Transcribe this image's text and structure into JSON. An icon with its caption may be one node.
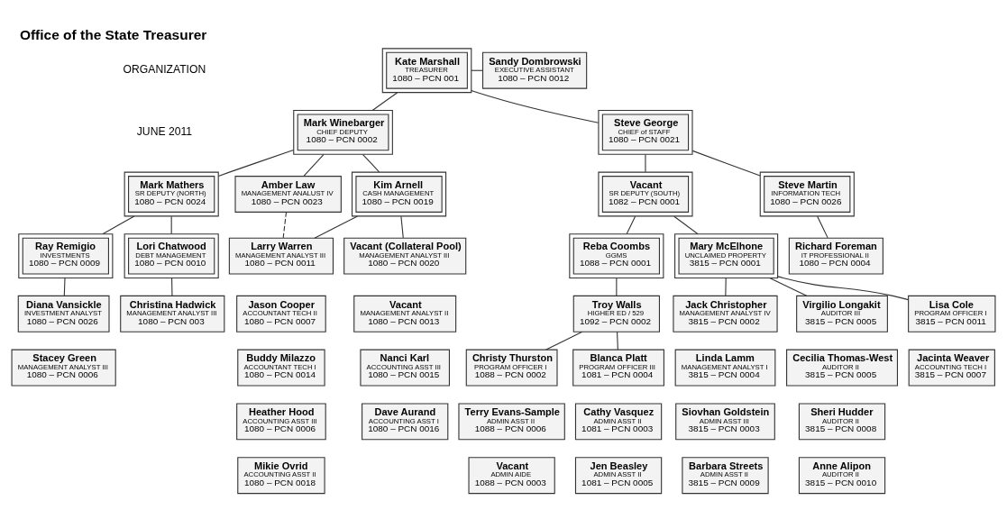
{
  "diagram": {
    "title": "Office of the State Treasurer",
    "nodes": [
      {
        "text": [
          "Kate Marshall",
          "TREASURER",
          "1080 – PCN 001"
        ]
      },
      {
        "text": [
          "Sandy Dombrowski",
          "EXECUTIVE ASSISTANT",
          "1080 – PCN 0012"
        ]
      },
      {
        "text": [
          "Mark Winebarger",
          "CHIEF DEPUTY",
          "1080 – PCN 0002"
        ]
      },
      {
        "text": [
          "Steve George",
          "CHIEF of STAFF",
          "1080 – PCN 0021"
        ]
      },
      {
        "text": [
          "Mark Mathers",
          "SR DEPUTY (NORTH)",
          "1080 – PCN 0024"
        ]
      },
      {
        "text": [
          "Vacant",
          "SR DEPUTY (SOUTH)",
          "1082 – PCN 0001"
        ]
      },
      {
        "text": [
          "Steve Martin",
          "INFORMATION TECH",
          "1080 – PCN 0026"
        ]
      },
      {
        "text": [
          "Amber Law",
          "MANAGEMENT ANALUST IV",
          "1080 – PCN 0023"
        ]
      },
      {
        "text": [
          "Richard Foreman",
          "IT PROFESSIONAL II",
          "1080 – PCN 0004"
        ]
      },
      {
        "text": [
          "Kim Arnell",
          "CASH MANAGEMENT",
          "1080 – PCN 0019"
        ]
      },
      {
        "text": [
          "Ray Remigio",
          "INVESTMENTS",
          "1080 – PCN 0009"
        ]
      },
      {
        "text": [
          "Lori Chatwood",
          "DEBT MANAGEMENT",
          "1080 – PCN 0010"
        ]
      },
      {
        "text": [
          "Reba Coombs",
          "GGMS",
          "1088 – PCN 0001"
        ]
      },
      {
        "text": [
          "Mary McElhone",
          "UNCLAIMED PROPERTY",
          "3815 – PCN 0001"
        ]
      },
      {
        "text": [
          "Larry Warren",
          "MANAGEMENT ANALYST III",
          "1080 – PCN 0011"
        ]
      },
      {
        "text": [
          "Vacant (Collateral Pool)",
          "MANAGEMENT ANALYST III",
          "1080 – PCN 0020"
        ]
      },
      {
        "text": [
          "Diana Vansickle",
          "INVESTMENT ANALYST",
          "1080 – PCN 0026"
        ]
      },
      {
        "text": [
          "Christina Hadwick",
          "MANAGEMENT ANALYST III",
          "1080 – PCN 003"
        ]
      },
      {
        "text": [
          "Troy Walls",
          "HIGHER ED / 529",
          "1092 – PCN 0002"
        ]
      },
      {
        "text": [
          "Jack Christopher",
          "MANAGEMENT ANALYST IV",
          "3815 – PCN 0002"
        ]
      },
      {
        "text": [
          "Virgilio Longakit",
          "AUDITOR III",
          "3815 – PCN 0005"
        ]
      },
      {
        "text": [
          "Lisa Cole",
          "PROGRAM OFFICER I",
          "3815 – PCN 0011"
        ]
      },
      {
        "text": [
          "Jason Cooper",
          "ACCOUNTANT TECH II",
          "1080 – PCN 0007"
        ]
      },
      {
        "text": [
          "Vacant",
          "MANAGEMENT ANALYST II",
          "1080 – PCN 0013"
        ]
      },
      {
        "text": [
          "Stacey Green",
          "MANAGEMENT ANALYST III",
          "1080 – PCN 0006"
        ]
      },
      {
        "text": [
          "Christy Thurston",
          "PROGRAM OFFICER I",
          "1088 – PCN 0002"
        ]
      },
      {
        "text": [
          "Blanca Platt",
          "PROGRAM OFFICER III",
          "1081 – PCN 0004"
        ]
      },
      {
        "text": [
          "Linda Lamm",
          "MANAGEMENT ANALYST I",
          "3815 – PCN 0004"
        ]
      },
      {
        "text": [
          "Cecilia Thomas-West",
          "AUDITOR II",
          "3815 – PCN 0005"
        ]
      },
      {
        "text": [
          "Jacinta Weaver",
          "ACCOUNTING TECH I",
          "3815 – PCN 0007"
        ]
      },
      {
        "text": [
          "Buddy Milazzo",
          "ACCOUNTANT TECH I",
          "1080 – PCN 0014"
        ]
      },
      {
        "text": [
          "Nanci Karl",
          "ACCOUNTING ASST III",
          "1080 – PCN 0015"
        ]
      },
      {
        "text": [
          "Terry Evans-Sample",
          "ADMIN ASST II",
          "1088 – PCN 0006"
        ]
      },
      {
        "text": [
          "Cathy Vasquez",
          "ADMIN ASST II",
          "1081 – PCN 0003"
        ]
      },
      {
        "text": [
          "Siovhan Goldstein",
          "ADMIN ASST III",
          "3815 – PCN 0003"
        ]
      },
      {
        "text": [
          "Sheri Hudder",
          "AUDITOR II",
          "3815 – PCN 0008"
        ]
      },
      {
        "text": [
          "Heather Hood",
          "ACCOUNTING ASST III",
          "1080 – PCN 0006"
        ]
      },
      {
        "text": [
          "Dave Aurand",
          "ACCOUNTING ASST I",
          "1080 – PCN 0016"
        ]
      },
      {
        "text": [
          "Vacant",
          "ADMIN AIDE",
          "1088 – PCN 0003"
        ]
      },
      {
        "text": [
          "Jen Beasley",
          "ADMIN ASST II",
          "1081 – PCN 0005"
        ]
      },
      {
        "text": [
          "Barbara Streets",
          "ADMIN ASST II",
          "3815 – PCN 0009"
        ]
      },
      {
        "text": [
          "Anne Alipon",
          "AUDITOR II",
          "3815 – PCN 0010"
        ]
      },
      {
        "text": [
          "Mikie Ovrid",
          "ACCOUNTING ASST II",
          "1080 – PCN 0018"
        ]
      }
    ],
    "edges": [
      {
        "from": 0,
        "to": 1,
        "arrow": "none"
      },
      {
        "from": 0,
        "to": 2,
        "arrow": "none"
      },
      {
        "from": 0,
        "to": 3,
        "arrow": "none"
      },
      {
        "from": 2,
        "to": 4,
        "arrow": "none"
      },
      {
        "from": 2,
        "to": 7,
        "arrow": "none"
      },
      {
        "from": 2,
        "to": 9,
        "arrow": "none"
      },
      {
        "from": 3,
        "to": 5,
        "arrow": "none"
      },
      {
        "from": 3,
        "to": 6,
        "arrow": "none"
      },
      {
        "from": 6,
        "to": 8,
        "arrow": "none"
      },
      {
        "from": 4,
        "to": 10,
        "arrow": "none"
      },
      {
        "from": 4,
        "to": 11,
        "arrow": "none"
      },
      {
        "from": 5,
        "to": 12,
        "arrow": "none"
      },
      {
        "from": 5,
        "to": 13,
        "arrow": "none"
      },
      {
        "from": 7,
        "to": 14,
        "arrow": "none",
        "style": "dashed"
      },
      {
        "from": 9,
        "to": 14,
        "arrow": "none"
      },
      {
        "from": 9,
        "to": 15,
        "arrow": "none"
      },
      {
        "from": 10,
        "to": 16,
        "arrow": "none"
      },
      {
        "from": 11,
        "to": 17,
        "arrow": "none"
      },
      {
        "from": 12,
        "to": 18,
        "arrow": "none"
      },
      {
        "from": 18,
        "to": 25,
        "arrow": "none"
      },
      {
        "from": 18,
        "to": 26,
        "arrow": "none"
      },
      {
        "from": 13,
        "to": 19,
        "arrow": "none"
      },
      {
        "from": 13,
        "to": 20,
        "arrow": "none"
      },
      {
        "from": 13,
        "to": 21,
        "arrow": "none"
      }
    ],
    "labels": [
      "ORGANIZATION",
      "JUNE 2011"
    ]
  }
}
